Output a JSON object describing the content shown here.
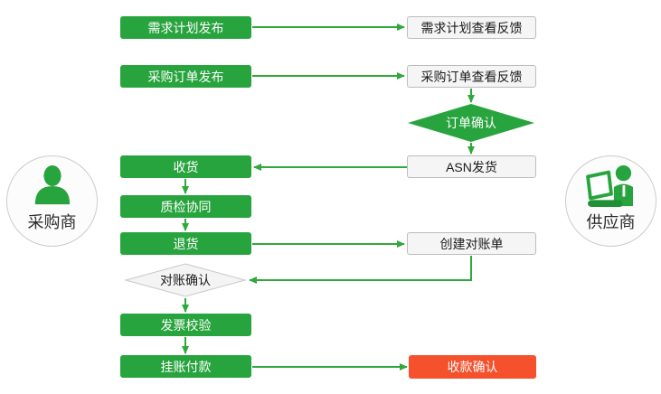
{
  "diagram_title": "procurement-collaboration-flow",
  "palette": {
    "box_green": "#28a43e",
    "arrow_green": "#2fa93c",
    "alert_red": "#f4512c",
    "white_box_bg": "#f5f5f5",
    "white_box_border": "#bcbcbc",
    "gray_diamond_bg": "#f4f4f4",
    "gray_diamond_border": "#c8c8c8",
    "actor_circle_bg": "#fcfcfc",
    "actor_circle_border": "#cccccc"
  },
  "actors": {
    "buyer": {
      "label": "采购商"
    },
    "supplier": {
      "label": "供应商"
    }
  },
  "buyer_steps": [
    {
      "id": "demand-plan-publish",
      "label": "需求计划发布",
      "shape": "rect-green"
    },
    {
      "id": "po-publish",
      "label": "采购订单发布",
      "shape": "rect-green"
    },
    {
      "id": "receive-goods",
      "label": "收货",
      "shape": "rect-green"
    },
    {
      "id": "quality-inspection",
      "label": "质检协同",
      "shape": "rect-green"
    },
    {
      "id": "return-goods",
      "label": "退货",
      "shape": "rect-green"
    },
    {
      "id": "reconciliation-confirm",
      "label": "对账确认",
      "shape": "diamond-gray"
    },
    {
      "id": "invoice-verification",
      "label": "发票校验",
      "shape": "rect-green"
    },
    {
      "id": "booked-payment",
      "label": "挂账付款",
      "shape": "rect-green"
    }
  ],
  "supplier_steps": [
    {
      "id": "demand-plan-feedback",
      "label": "需求计划查看反馈",
      "shape": "rect-white"
    },
    {
      "id": "po-feedback",
      "label": "采购订单查看反馈",
      "shape": "rect-white"
    },
    {
      "id": "order-confirm",
      "label": "订单确认",
      "shape": "diamond-green"
    },
    {
      "id": "asn-ship",
      "label": "ASN发货",
      "shape": "rect-white"
    },
    {
      "id": "create-statement",
      "label": "创建对账单",
      "shape": "rect-white"
    },
    {
      "id": "payment-confirm",
      "label": "收款确认",
      "shape": "rect-red"
    }
  ]
}
